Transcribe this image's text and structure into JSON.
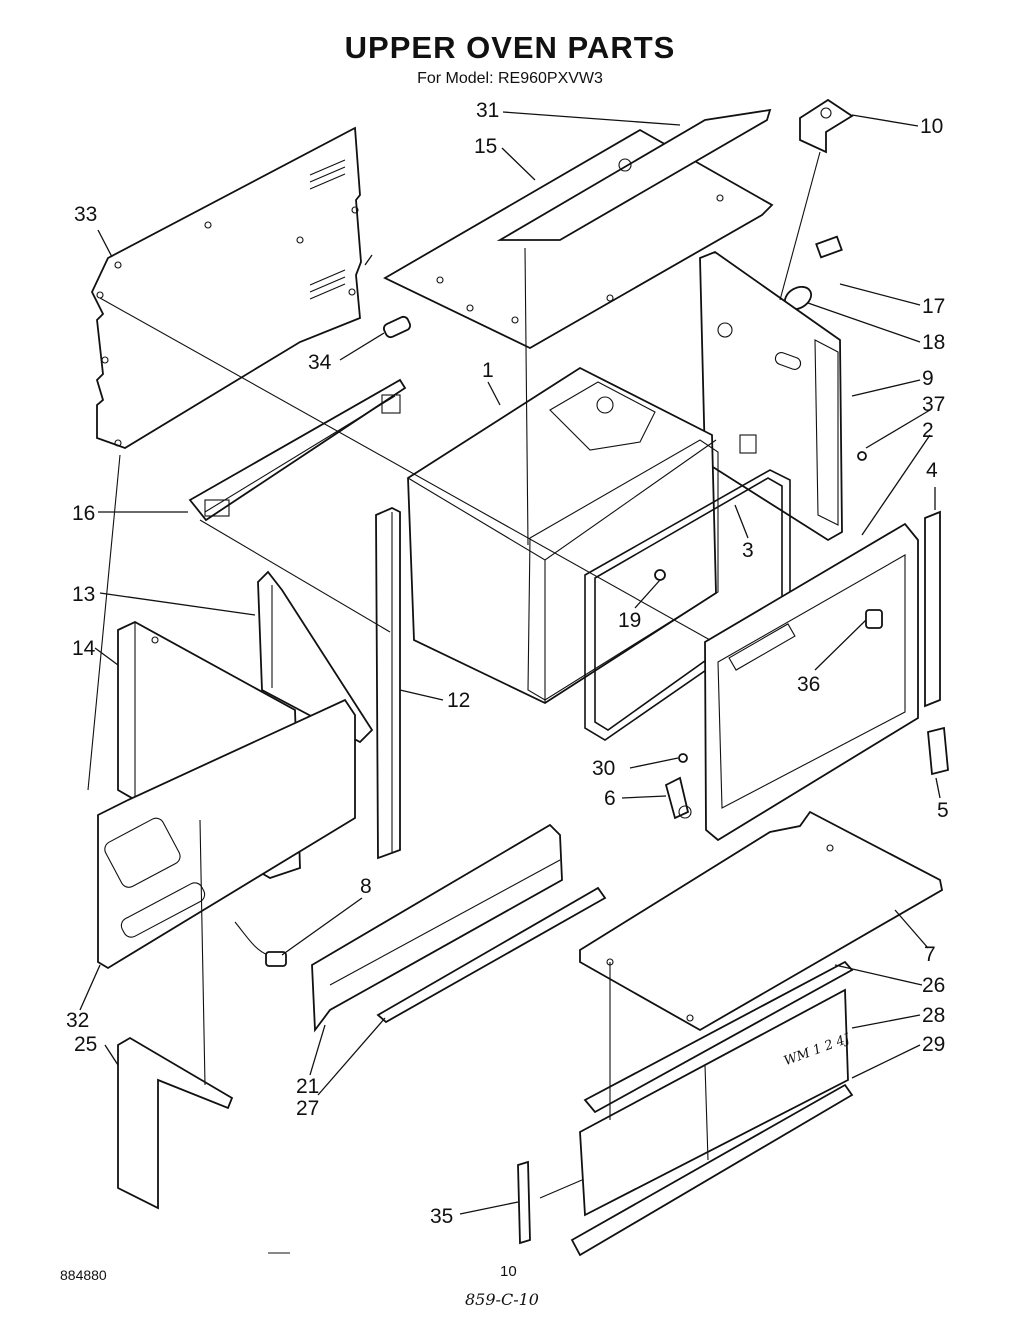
{
  "header": {
    "title": "UPPER OVEN PARTS",
    "subtitle": "For Model: RE960PXVW3"
  },
  "callouts": {
    "p1": "1",
    "p2": "2",
    "p3": "3",
    "p4": "4",
    "p5": "5",
    "p6": "6",
    "p7": "7",
    "p8": "8",
    "p9": "9",
    "p10": "10",
    "p12": "12",
    "p13": "13",
    "p14": "14",
    "p15": "15",
    "p16": "16",
    "p17": "17",
    "p18": "18",
    "p19": "19",
    "p21": "21",
    "p25": "25",
    "p26": "26",
    "p27": "27",
    "p28": "28",
    "p29": "29",
    "p30": "30",
    "p31": "31",
    "p32": "32",
    "p33": "33",
    "p34": "34",
    "p35": "35",
    "p36": "36",
    "p37": "37"
  },
  "footer": {
    "code": "884880",
    "page": "10",
    "handwritten": "859-C-10"
  },
  "stamp_text": "WM 1 2 4J"
}
